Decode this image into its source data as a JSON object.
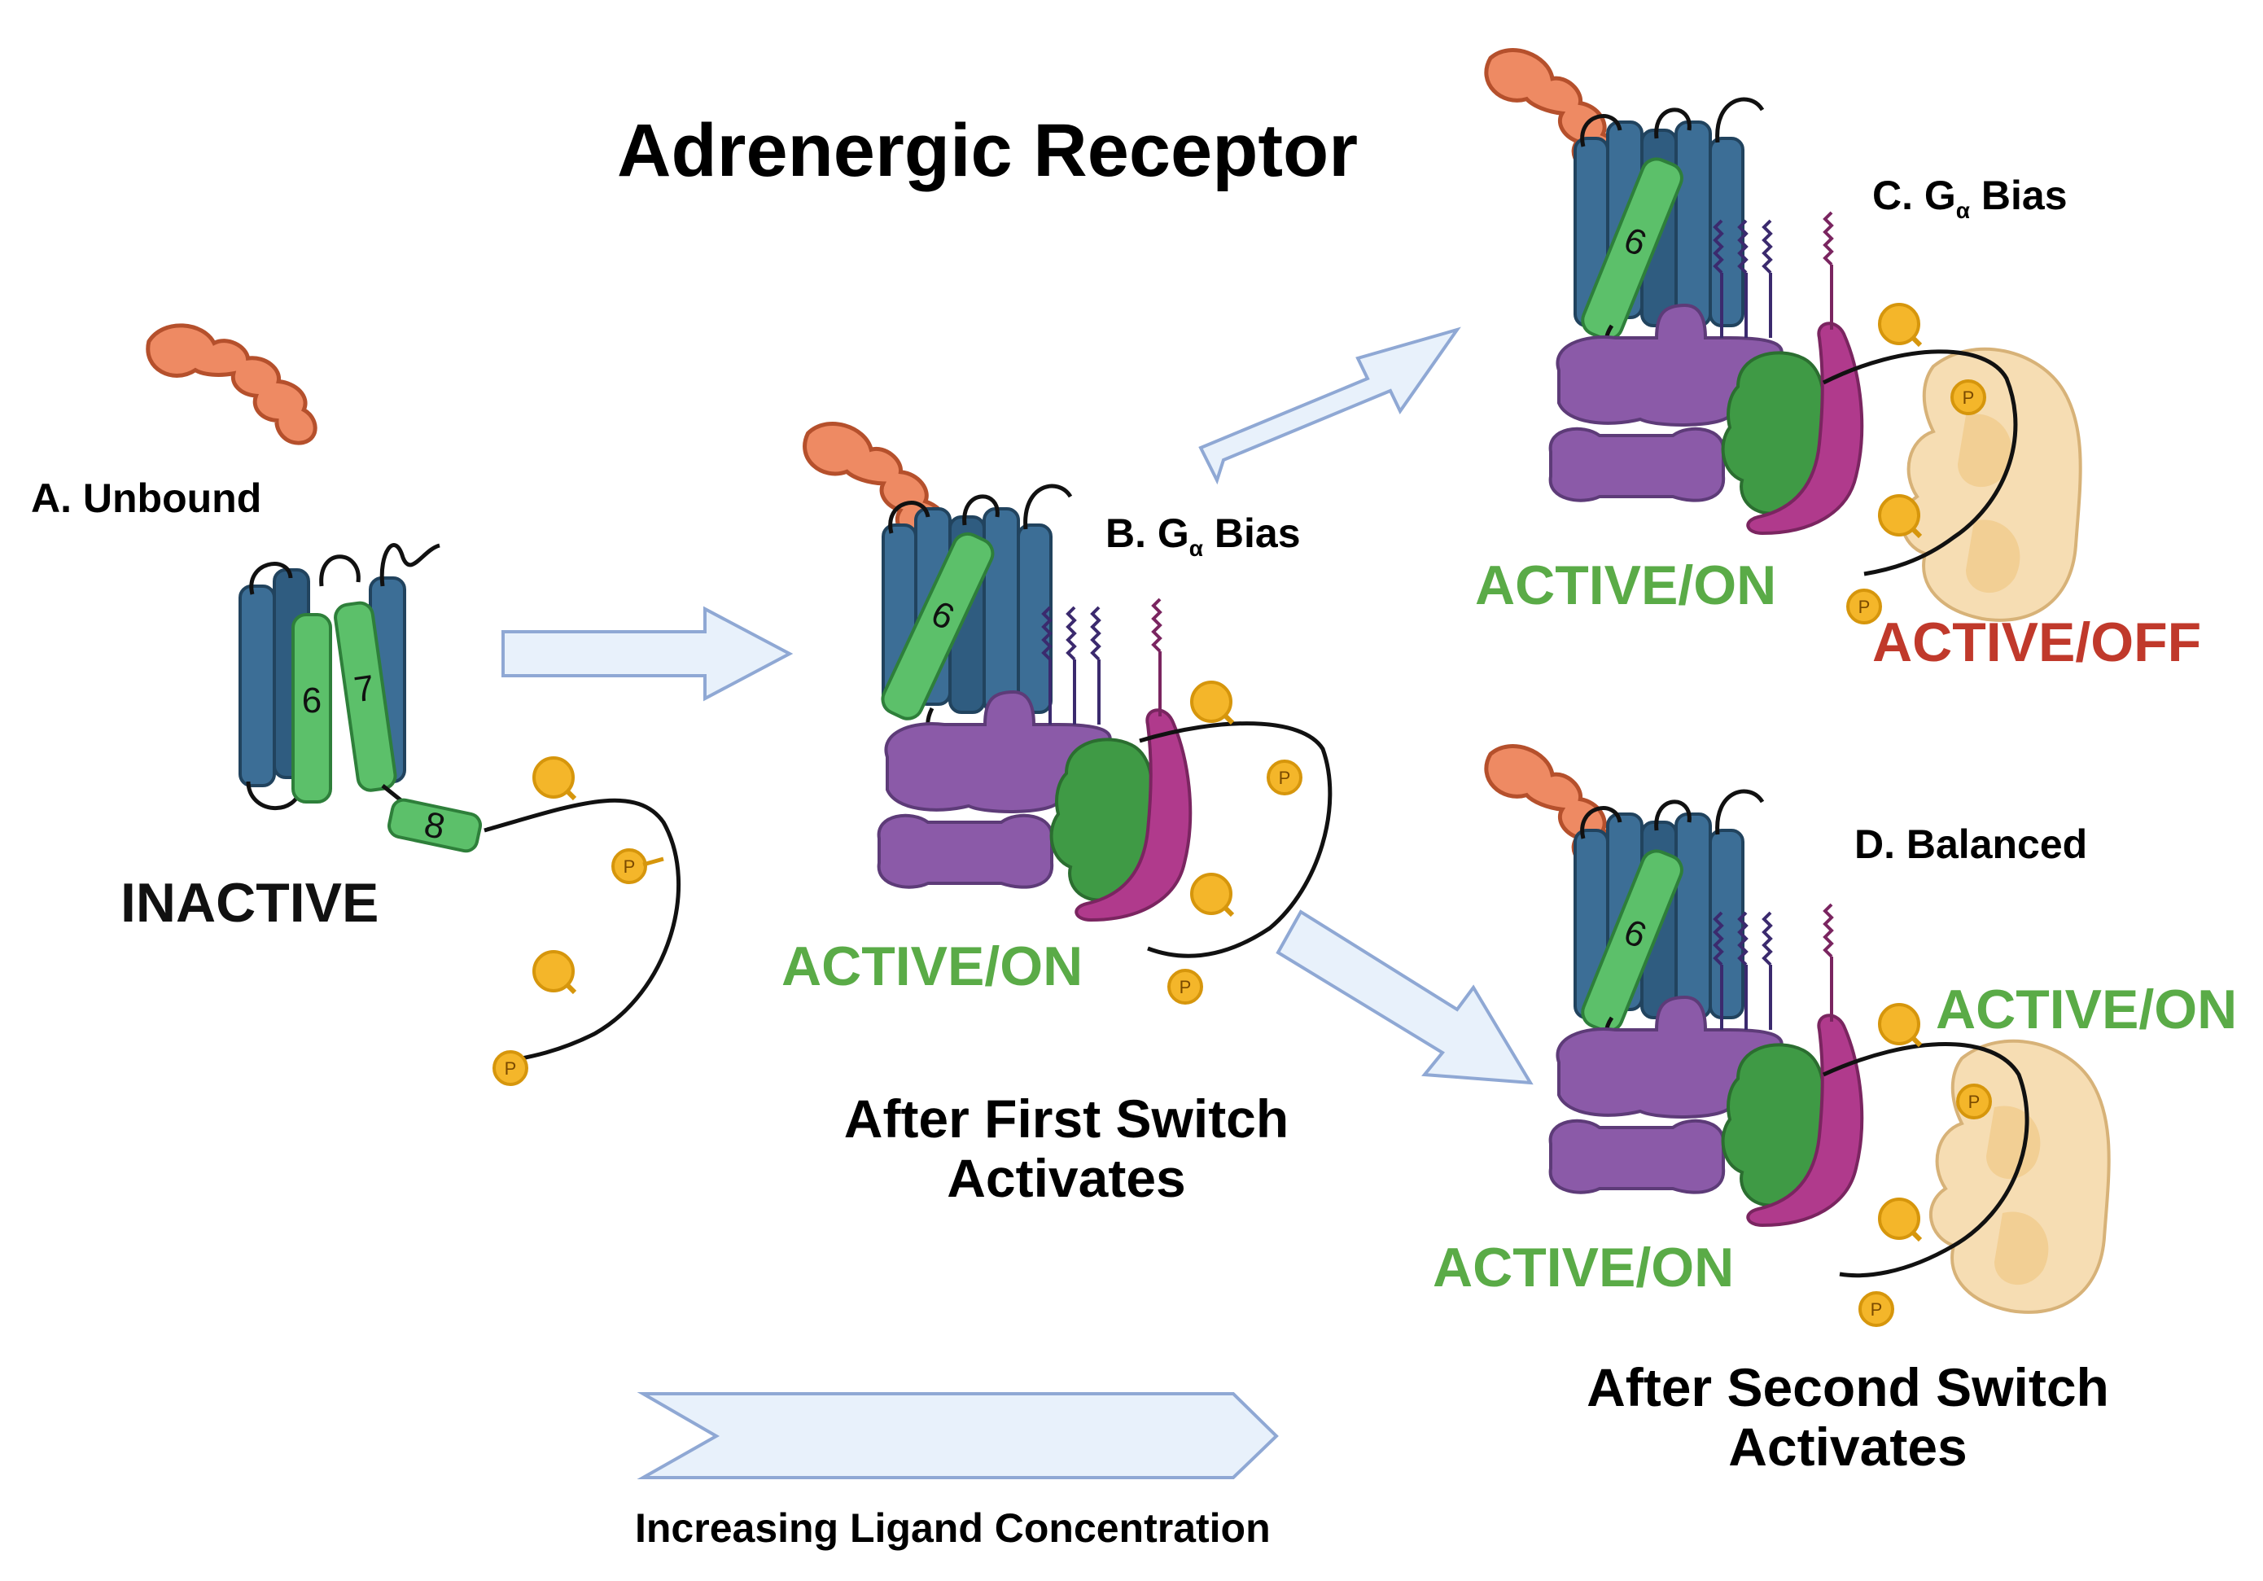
{
  "title": "Adrenergic Receptor",
  "panels": {
    "a": {
      "label": "A. Unbound",
      "state": "INACTIVE",
      "helices": [
        "6",
        "7",
        "8"
      ]
    },
    "b": {
      "label_prefix": "B. G",
      "label_sub": "α",
      "label_suffix": " Bias",
      "state": "ACTIVE/ON",
      "helix": "6"
    },
    "c": {
      "label_prefix": "C. G",
      "label_sub": "α",
      "label_suffix": " Bias",
      "state_g": "ACTIVE/ON",
      "state_arrestin": "ACTIVE/OFF",
      "helix": "6"
    },
    "d": {
      "label": "D. Balanced",
      "state_g": "ACTIVE/ON",
      "state_arrestin": "ACTIVE/ON",
      "helix": "6"
    }
  },
  "captions": {
    "first": [
      "After First Switch",
      "Activates"
    ],
    "second": [
      "After Second Switch",
      "Activates"
    ]
  },
  "axis_label": "Increasing Ligand Concentration",
  "phospho_label": "P",
  "colors": {
    "receptor_helix": "#3c6e96",
    "active_helix": "#5cc06a",
    "ligand": "#ee8a63",
    "g_alpha": "#8b5aa8",
    "g_beta": "#3f9a45",
    "g_gamma": "#b03a8c",
    "arrestin": "#f6ddb3",
    "phosphate": "#f4b62a",
    "arrow_fill": "#e8f1fb",
    "arrow_stroke": "#8fa8d4",
    "active_text": "#5aab47",
    "off_text": "#c0392b"
  }
}
